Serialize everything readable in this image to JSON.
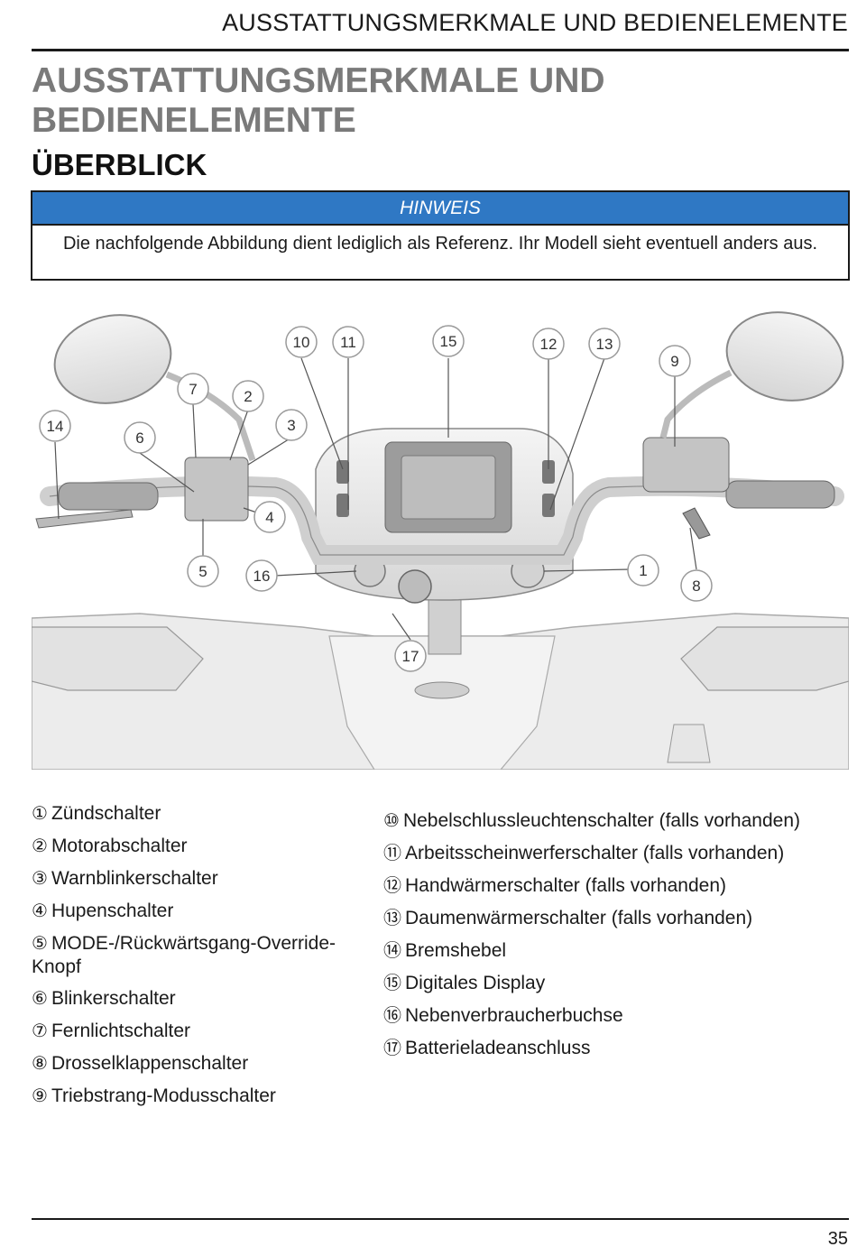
{
  "running_header": "AUSSTATTUNGSMERKMALE UND BEDIENELEMENTE",
  "chapter_title": "AUSSTATTUNGSMERKMALE UND BEDIENELEMENTE",
  "section_title": "ÜBERBLICK",
  "notice": {
    "heading": "HINWEIS",
    "text": "Die nachfolgende Abbildung dient lediglich als Referenz. Ihr Modell sieht eventuell anders aus."
  },
  "figure": {
    "callouts": [
      "1",
      "2",
      "3",
      "4",
      "5",
      "6",
      "7",
      "8",
      "9",
      "10",
      "11",
      "12",
      "13",
      "14",
      "15",
      "16",
      "17"
    ]
  },
  "legend_left": [
    {
      "num": "①",
      "text": "Zündschalter"
    },
    {
      "num": "②",
      "text": "Motorabschalter"
    },
    {
      "num": "③",
      "text": "Warnblinkerschalter"
    },
    {
      "num": "④",
      "text": "Hupenschalter"
    },
    {
      "num": "⑤",
      "text": "MODE-/Rückwärtsgang-Override-Knopf"
    },
    {
      "num": "⑥",
      "text": "Blinkerschalter"
    },
    {
      "num": "⑦",
      "text": "Fernlichtschalter"
    },
    {
      "num": "⑧",
      "text": "Drosselklappenschalter"
    },
    {
      "num": "⑨",
      "text": "Triebstrang-Modusschalter"
    }
  ],
  "legend_right": [
    {
      "num": "⑩",
      "text": "Nebelschlussleuchtenschalter (falls vorhanden)"
    },
    {
      "num": "⑪",
      "text": "Arbeitsscheinwerferschalter (falls vorhanden)"
    },
    {
      "num": "⑫",
      "text": "Handwärmerschalter (falls vorhanden)"
    },
    {
      "num": "⑬",
      "text": "Daumenwärmerschalter (falls vorhanden)"
    },
    {
      "num": "⑭",
      "text": "Bremshebel"
    },
    {
      "num": "⑮",
      "text": "Digitales Display"
    },
    {
      "num": "⑯",
      "text": "Nebenverbraucherbuchse"
    },
    {
      "num": "⑰",
      "text": "Batterieladeanschluss"
    }
  ],
  "page_number": "35"
}
